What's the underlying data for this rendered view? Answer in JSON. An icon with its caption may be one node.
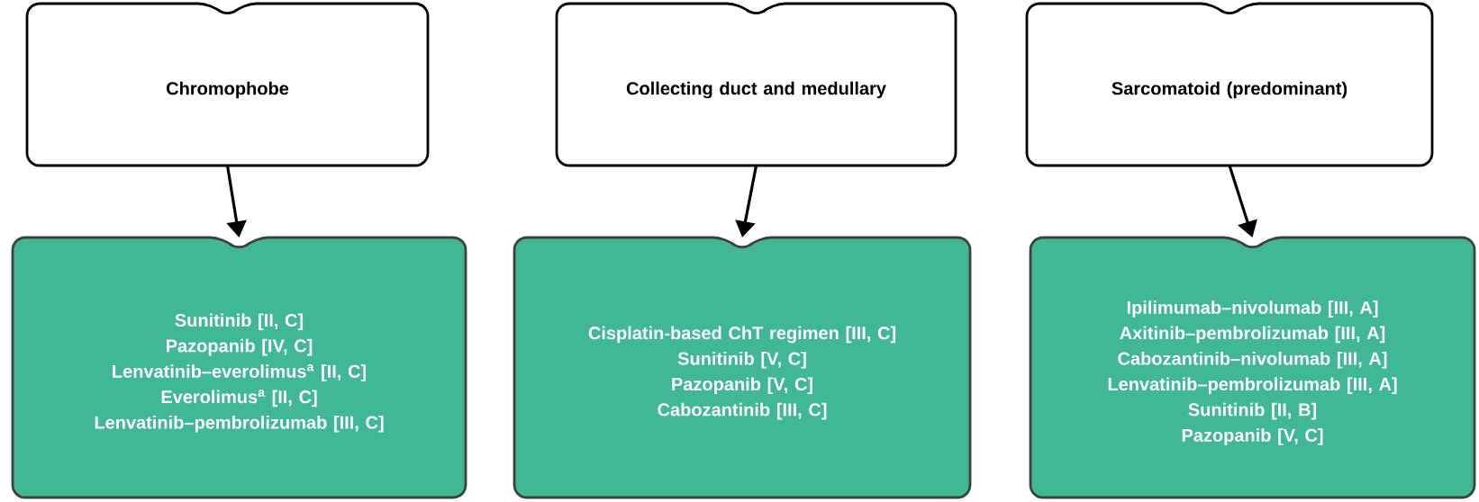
{
  "diagram": {
    "nodes": [
      {
        "text": [
          "Chromophobe"
        ]
      },
      {
        "text": [
          "Collecting duct and medullary"
        ]
      },
      {
        "text": [
          "Sarcomatoid (predominant)"
        ]
      },
      {
        "text": [
          "Sunitinib [II, C]",
          "Pazopanib [IV, C]",
          "Lenvatinib–everolimus$^{a}$ [II, C]",
          "Everolimus$^{a}$ [II, C]",
          "Lenvatinib–pembrolizumab [III, C]"
        ]
      },
      {
        "text": [
          "Cisplatin-based ChT regimen [III, C]",
          "Sunitinib [V, C]",
          "Pazopanib [V, C]",
          "Cabozantinib [III, C]"
        ]
      },
      {
        "text": [
          "Ipilimumab–nivolumab [III, A]",
          "Axitinib–pembrolizumab [III, A]",
          "Cabozantinib–nivolumab [III, A]",
          "Lenvatinib–pembrolizumab [III, A]",
          "Sunitinib [II, B]",
          "Pazopanib [V, C]"
        ]
      }
    ],
    "edges": [
      {
        "from": 0,
        "to": 3,
        "arrow": "to"
      },
      {
        "from": 1,
        "to": 4,
        "arrow": "to"
      },
      {
        "from": 2,
        "to": 5,
        "arrow": "to"
      }
    ]
  }
}
